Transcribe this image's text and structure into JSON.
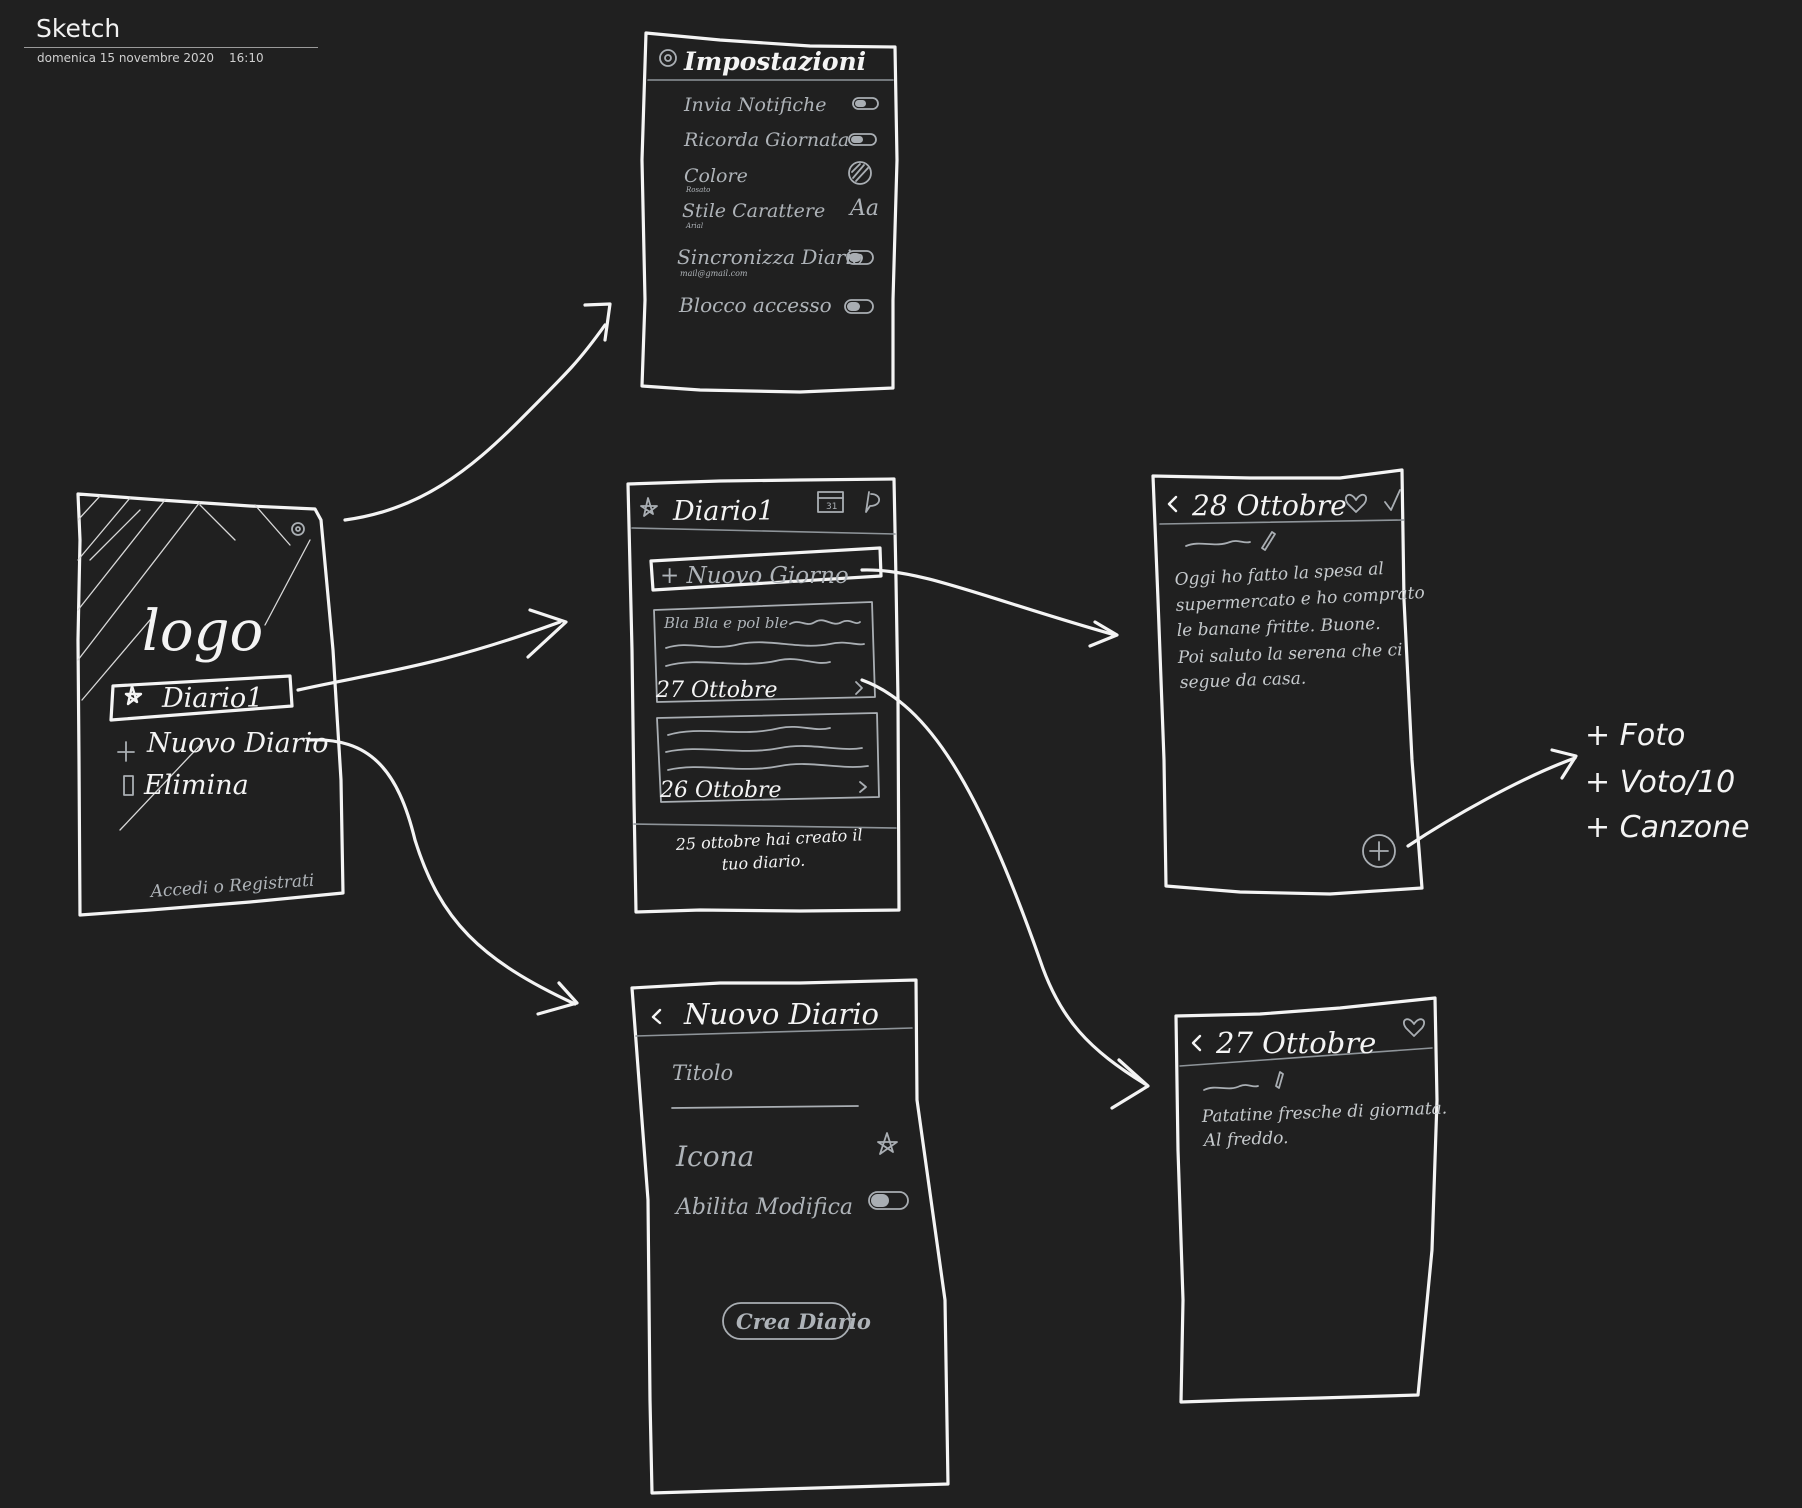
{
  "header": {
    "title": "Sketch",
    "date": "domenica 15 novembre 2020",
    "time": "16:10"
  },
  "home_screen": {
    "logo": "logo",
    "diary_item": "Diario1",
    "new_diary": "Nuovo Diario",
    "delete": "Elimina",
    "login": "Accedi o Registrati",
    "icons": [
      "gear-icon",
      "star-icon",
      "plus-icon",
      "trash-icon"
    ]
  },
  "settings_screen": {
    "title": "Impostazioni",
    "rows": [
      {
        "label": "Invia Notifiche",
        "sub": "",
        "control": "toggle-icon"
      },
      {
        "label": "Ricorda Giornata",
        "sub": "",
        "control": "toggle-icon"
      },
      {
        "label": "Colore",
        "sub": "Rosato",
        "control": "color-swatch-icon"
      },
      {
        "label": "Stile Carattere",
        "sub": "Arial",
        "control": "Aa"
      },
      {
        "label": "Sincronizza Diario",
        "sub": "mail@gmail.com",
        "control": "toggle-icon"
      },
      {
        "label": "Blocco accesso",
        "sub": "",
        "control": "toggle-icon"
      }
    ]
  },
  "diary_screen": {
    "title": "Diario1",
    "new_day": "+ Nuovo Giorno",
    "entries": [
      {
        "preview": "Bla Bla e pol ble",
        "date": "27 Ottobre"
      },
      {
        "preview": "",
        "date": "26 Ottobre"
      }
    ],
    "footer": [
      "25 ottobre hai creato il",
      "tuo diario."
    ]
  },
  "new_diary_screen": {
    "title": "Nuovo Diario",
    "title_field": "Titolo",
    "icon_field": "Icona",
    "edit_field": "Abilita Modifica",
    "create_button": "Crea Diario"
  },
  "entry_screen": {
    "title": "28 Ottobre",
    "body": [
      "Oggi ho fatto la spesa al",
      "supermercato e ho comprato",
      "le banane fritte. Buone.",
      "Poi saluto la serena che ci",
      "segue da casa."
    ]
  },
  "add_options": [
    "+ Foto",
    "+ Voto/10",
    "+ Canzone"
  ],
  "entry_screen_2": {
    "title": "27 Ottobre",
    "body": [
      "Patatine fresche di giornata.",
      "Al freddo."
    ]
  }
}
